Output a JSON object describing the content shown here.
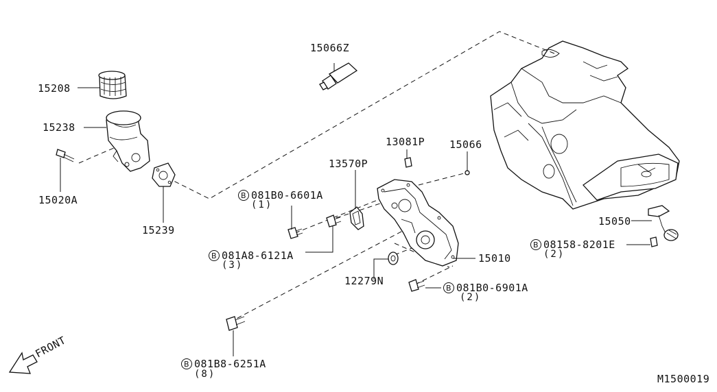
{
  "diagram": {
    "code": "M1500019",
    "front_label": "FRONT",
    "parts": {
      "p15208": "15208",
      "p15238": "15238",
      "p15020A": "15020A",
      "p15239": "15239",
      "p15066Z": "15066Z",
      "p13081P": "13081P",
      "p15066": "15066",
      "p13570P": "13570P",
      "p15010": "15010",
      "p12279N": "12279N",
      "p15050": "15050"
    },
    "bolts": {
      "b1": {
        "symbol": "B",
        "code": "081B0-6601A",
        "qty": "(1)"
      },
      "b2": {
        "symbol": "B",
        "code": "081A8-6121A",
        "qty": "(3)"
      },
      "b3": {
        "symbol": "B",
        "code": "081B0-6901A",
        "qty": "(2)"
      },
      "b4": {
        "symbol": "B",
        "code": "081B8-6251A",
        "qty": "(8)"
      },
      "b5": {
        "symbol": "B",
        "code": "08158-8201E",
        "qty": "(2)"
      }
    }
  }
}
